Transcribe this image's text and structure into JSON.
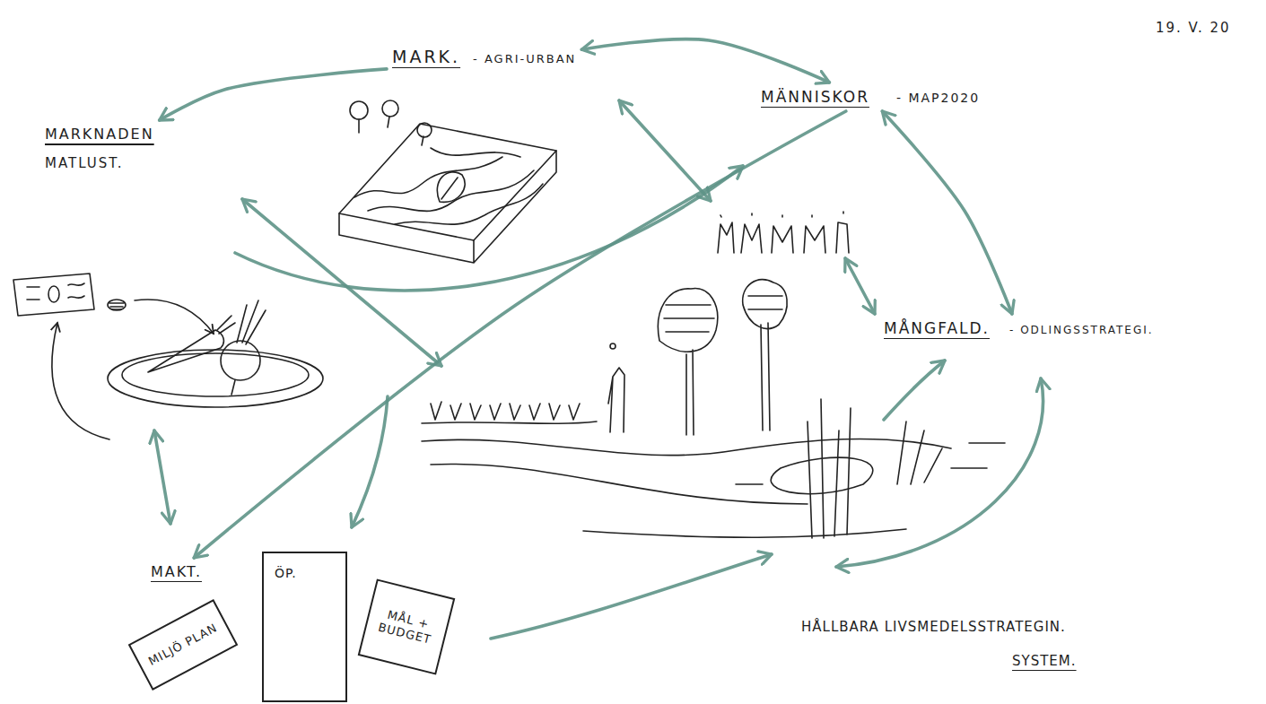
{
  "diagram": {
    "nodes": [
      {
        "text": [
          "MARK.",
          "- AGRI-URBAN"
        ]
      },
      {
        "text": [
          "MÄNNISKOR",
          "- MAP2020"
        ]
      },
      {
        "text": [
          "MARKNADEN",
          "MATLUST."
        ]
      },
      {
        "text": [
          "MÅNGFALD.",
          "- ODLINGSSTRATEGI."
        ]
      },
      {
        "text": [
          "MAKT."
        ]
      },
      {
        "text": [
          "MILJÖ PLAN"
        ]
      },
      {
        "text": [
          "ÖP."
        ]
      },
      {
        "text": [
          "MÅL + BUDGET"
        ]
      }
    ],
    "edges": [
      {
        "from": 0,
        "to": 2,
        "arrow": "to"
      },
      {
        "from": 0,
        "to": 1,
        "arrow": "both"
      },
      {
        "from": 1,
        "to": 3,
        "arrow": "both"
      },
      {
        "from": 1,
        "to": 4,
        "arrow": "to"
      }
    ],
    "labels": [
      "19. V. 20",
      "HÅLLBARA LIVSMEDELSSTRATEGIN.",
      "SYSTEM."
    ]
  }
}
